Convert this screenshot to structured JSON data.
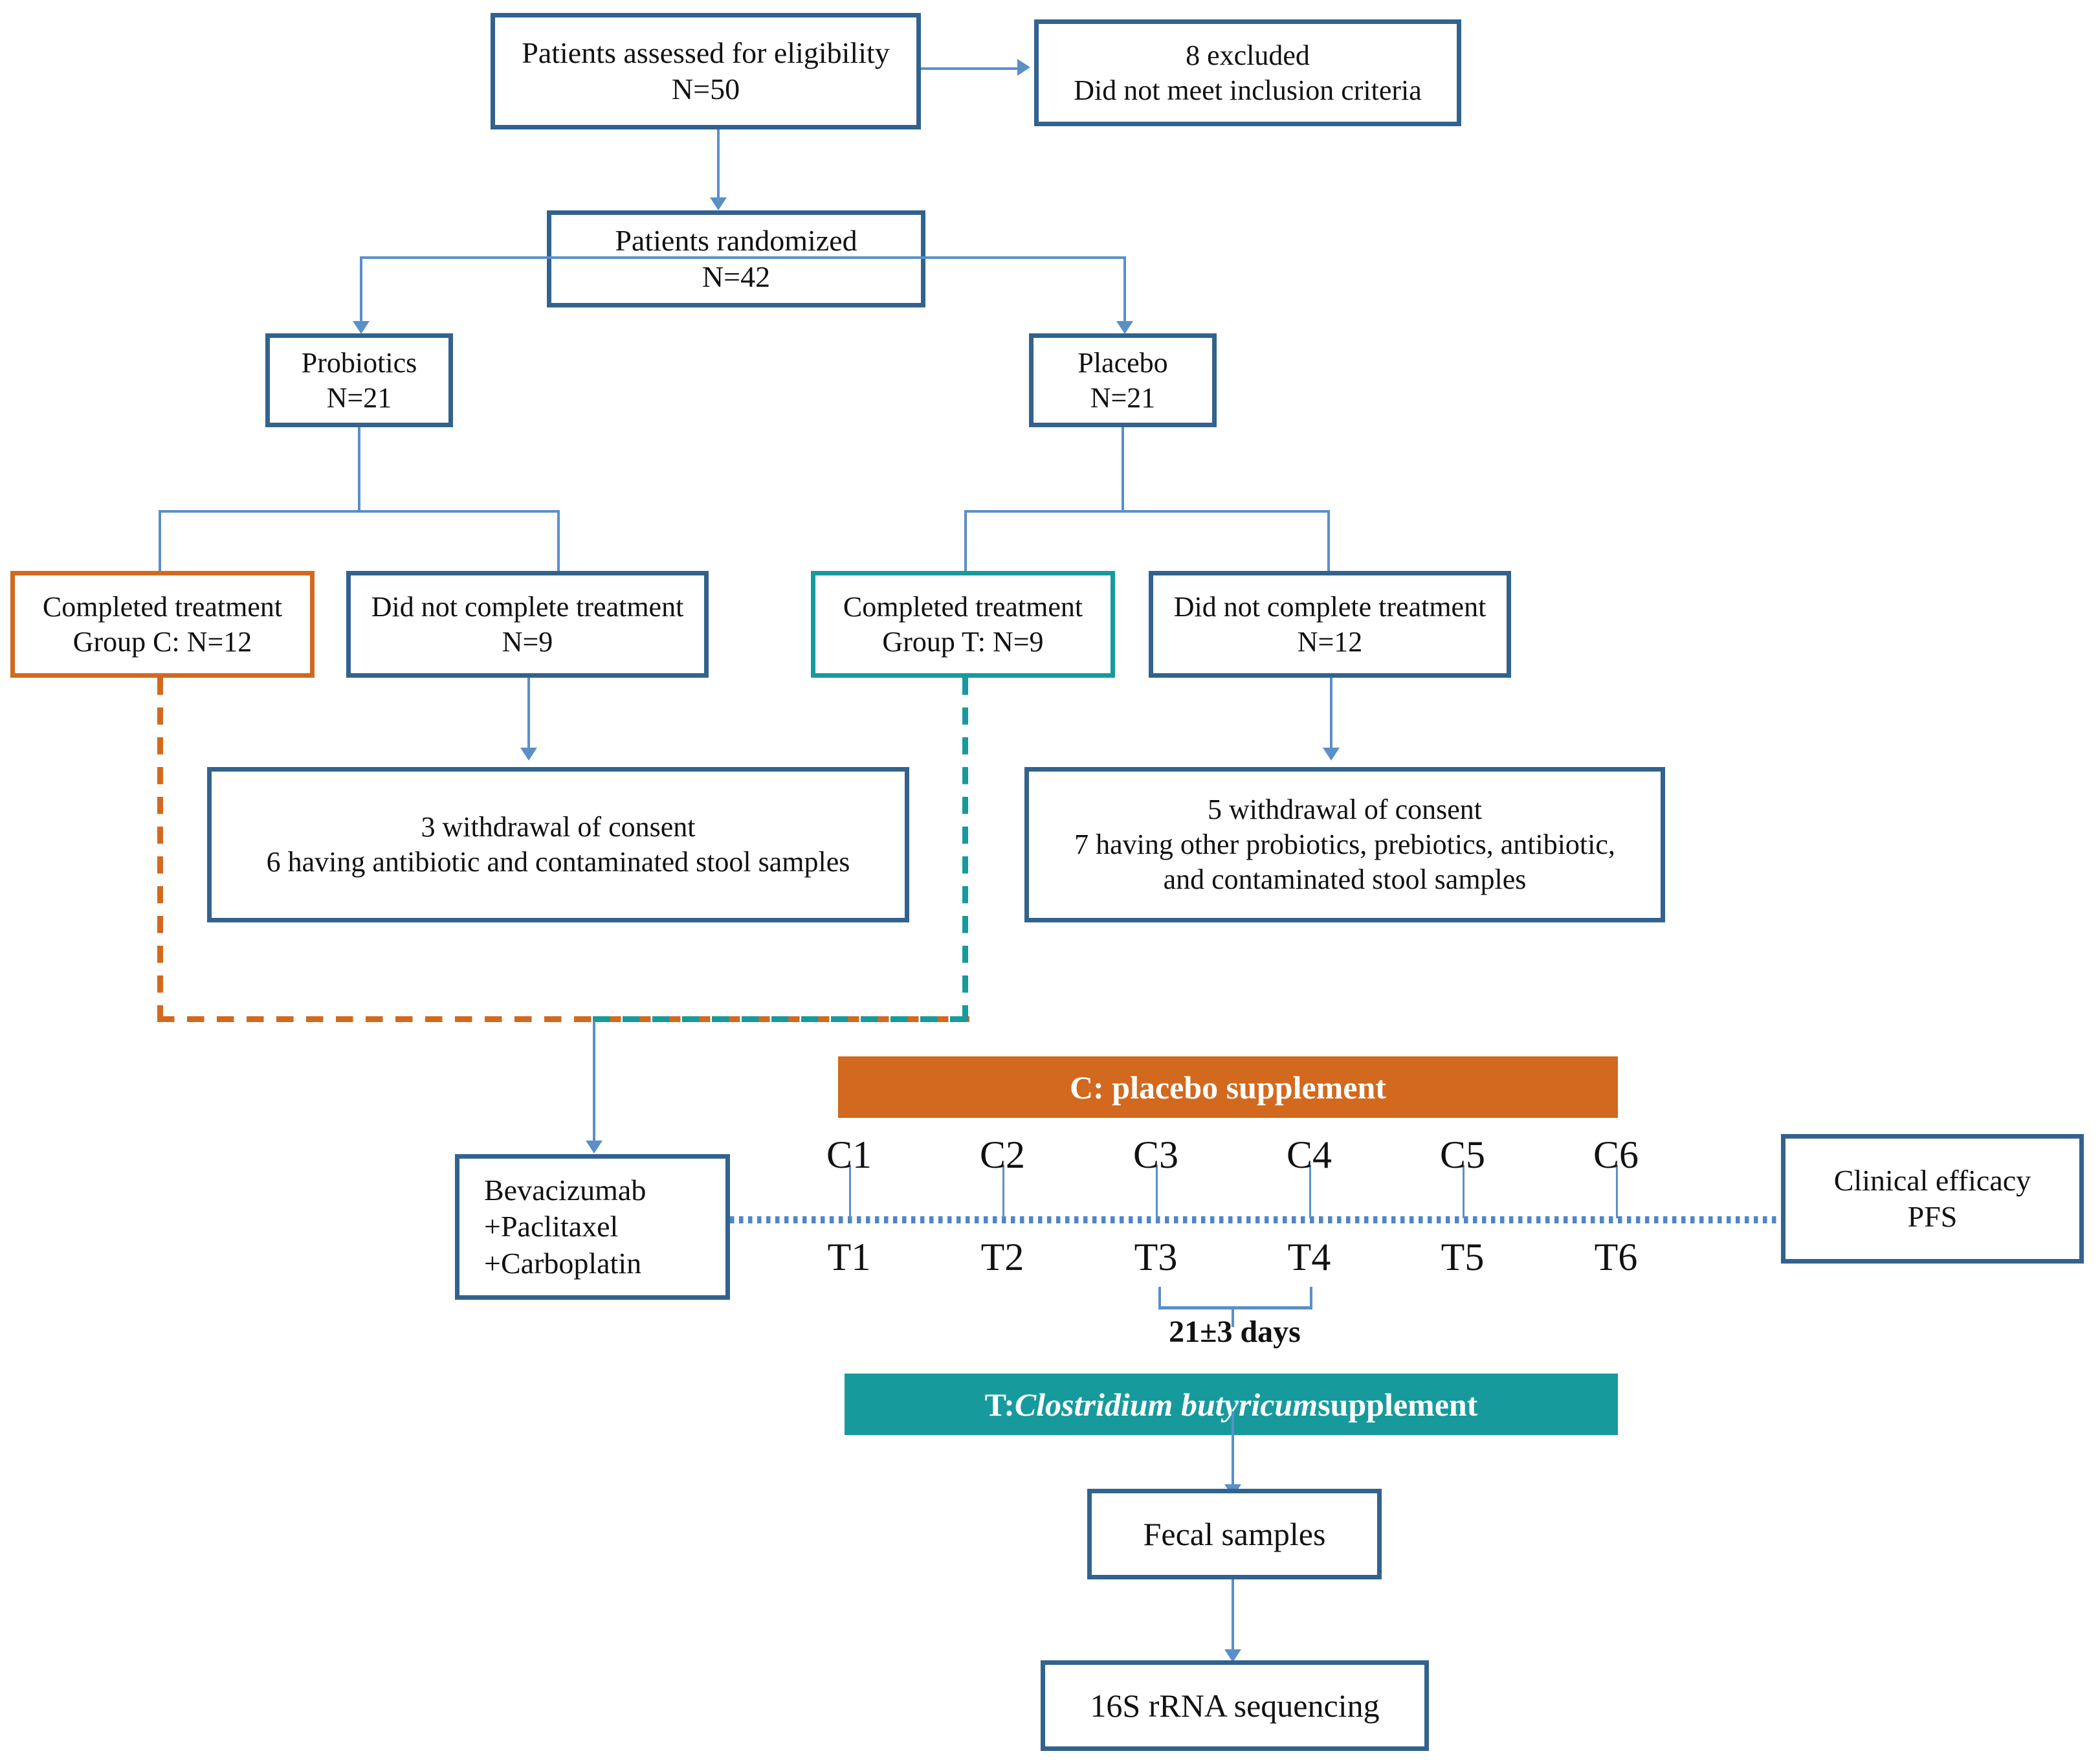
{
  "diagram": {
    "title": "CONSORT-style clinical trial flow diagram",
    "colors": {
      "box_border_blue": "#32628e",
      "connector_blue": "#5b8fc9",
      "group_c_orange": "#d2691e",
      "group_t_teal": "#179a9c"
    }
  },
  "nodes": {
    "eligibility": {
      "line1": "Patients assessed for eligibility",
      "line2": "N=50"
    },
    "excluded": {
      "line1": "8 excluded",
      "line2": "Did not meet inclusion criteria"
    },
    "randomized": {
      "line1": "Patients randomized",
      "line2": "N=42"
    },
    "probiotics": {
      "line1": "Probiotics",
      "line2": "N=21"
    },
    "placebo": {
      "line1": "Placebo",
      "line2": "N=21"
    },
    "completed_c": {
      "line1": "Completed treatment",
      "line2": "Group C: N=12"
    },
    "not_completed_left": {
      "line1": "Did not complete treatment",
      "line2": "N=9"
    },
    "completed_t": {
      "line1": "Completed treatment",
      "line2": "Group T: N=9"
    },
    "not_completed_right": {
      "line1": "Did not complete treatment",
      "line2": "N=12"
    },
    "withdrawal_left": {
      "line1": "3 withdrawal of consent",
      "line2": "6 having antibiotic and contaminated stool samples"
    },
    "withdrawal_right": {
      "line1": "5 withdrawal of consent",
      "line2": "7 having other probiotics, prebiotics, antibiotic,",
      "line3": "and contaminated stool samples"
    },
    "chemotherapy": {
      "line1": "Bevacizumab",
      "line2": "+Paclitaxel",
      "line3": "+Carboplatin"
    },
    "clinical_efficacy": {
      "line1": "Clinical efficacy",
      "line2": "PFS"
    },
    "fecal_samples": {
      "line1": "Fecal samples"
    },
    "sequencing": {
      "line1": "16S rRNA sequencing"
    }
  },
  "banners": {
    "control": {
      "label": "C: placebo supplement"
    },
    "treatment": {
      "prefix": "T: ",
      "species": "Clostridium butyricum",
      "suffix": " supplement"
    }
  },
  "timeline": {
    "control_cycles": [
      "C1",
      "C2",
      "C3",
      "C4",
      "C5",
      "C6"
    ],
    "treatment_cycles": [
      "T1",
      "T2",
      "T3",
      "T4",
      "T5",
      "T6"
    ],
    "interval_label": "21±3 days"
  }
}
